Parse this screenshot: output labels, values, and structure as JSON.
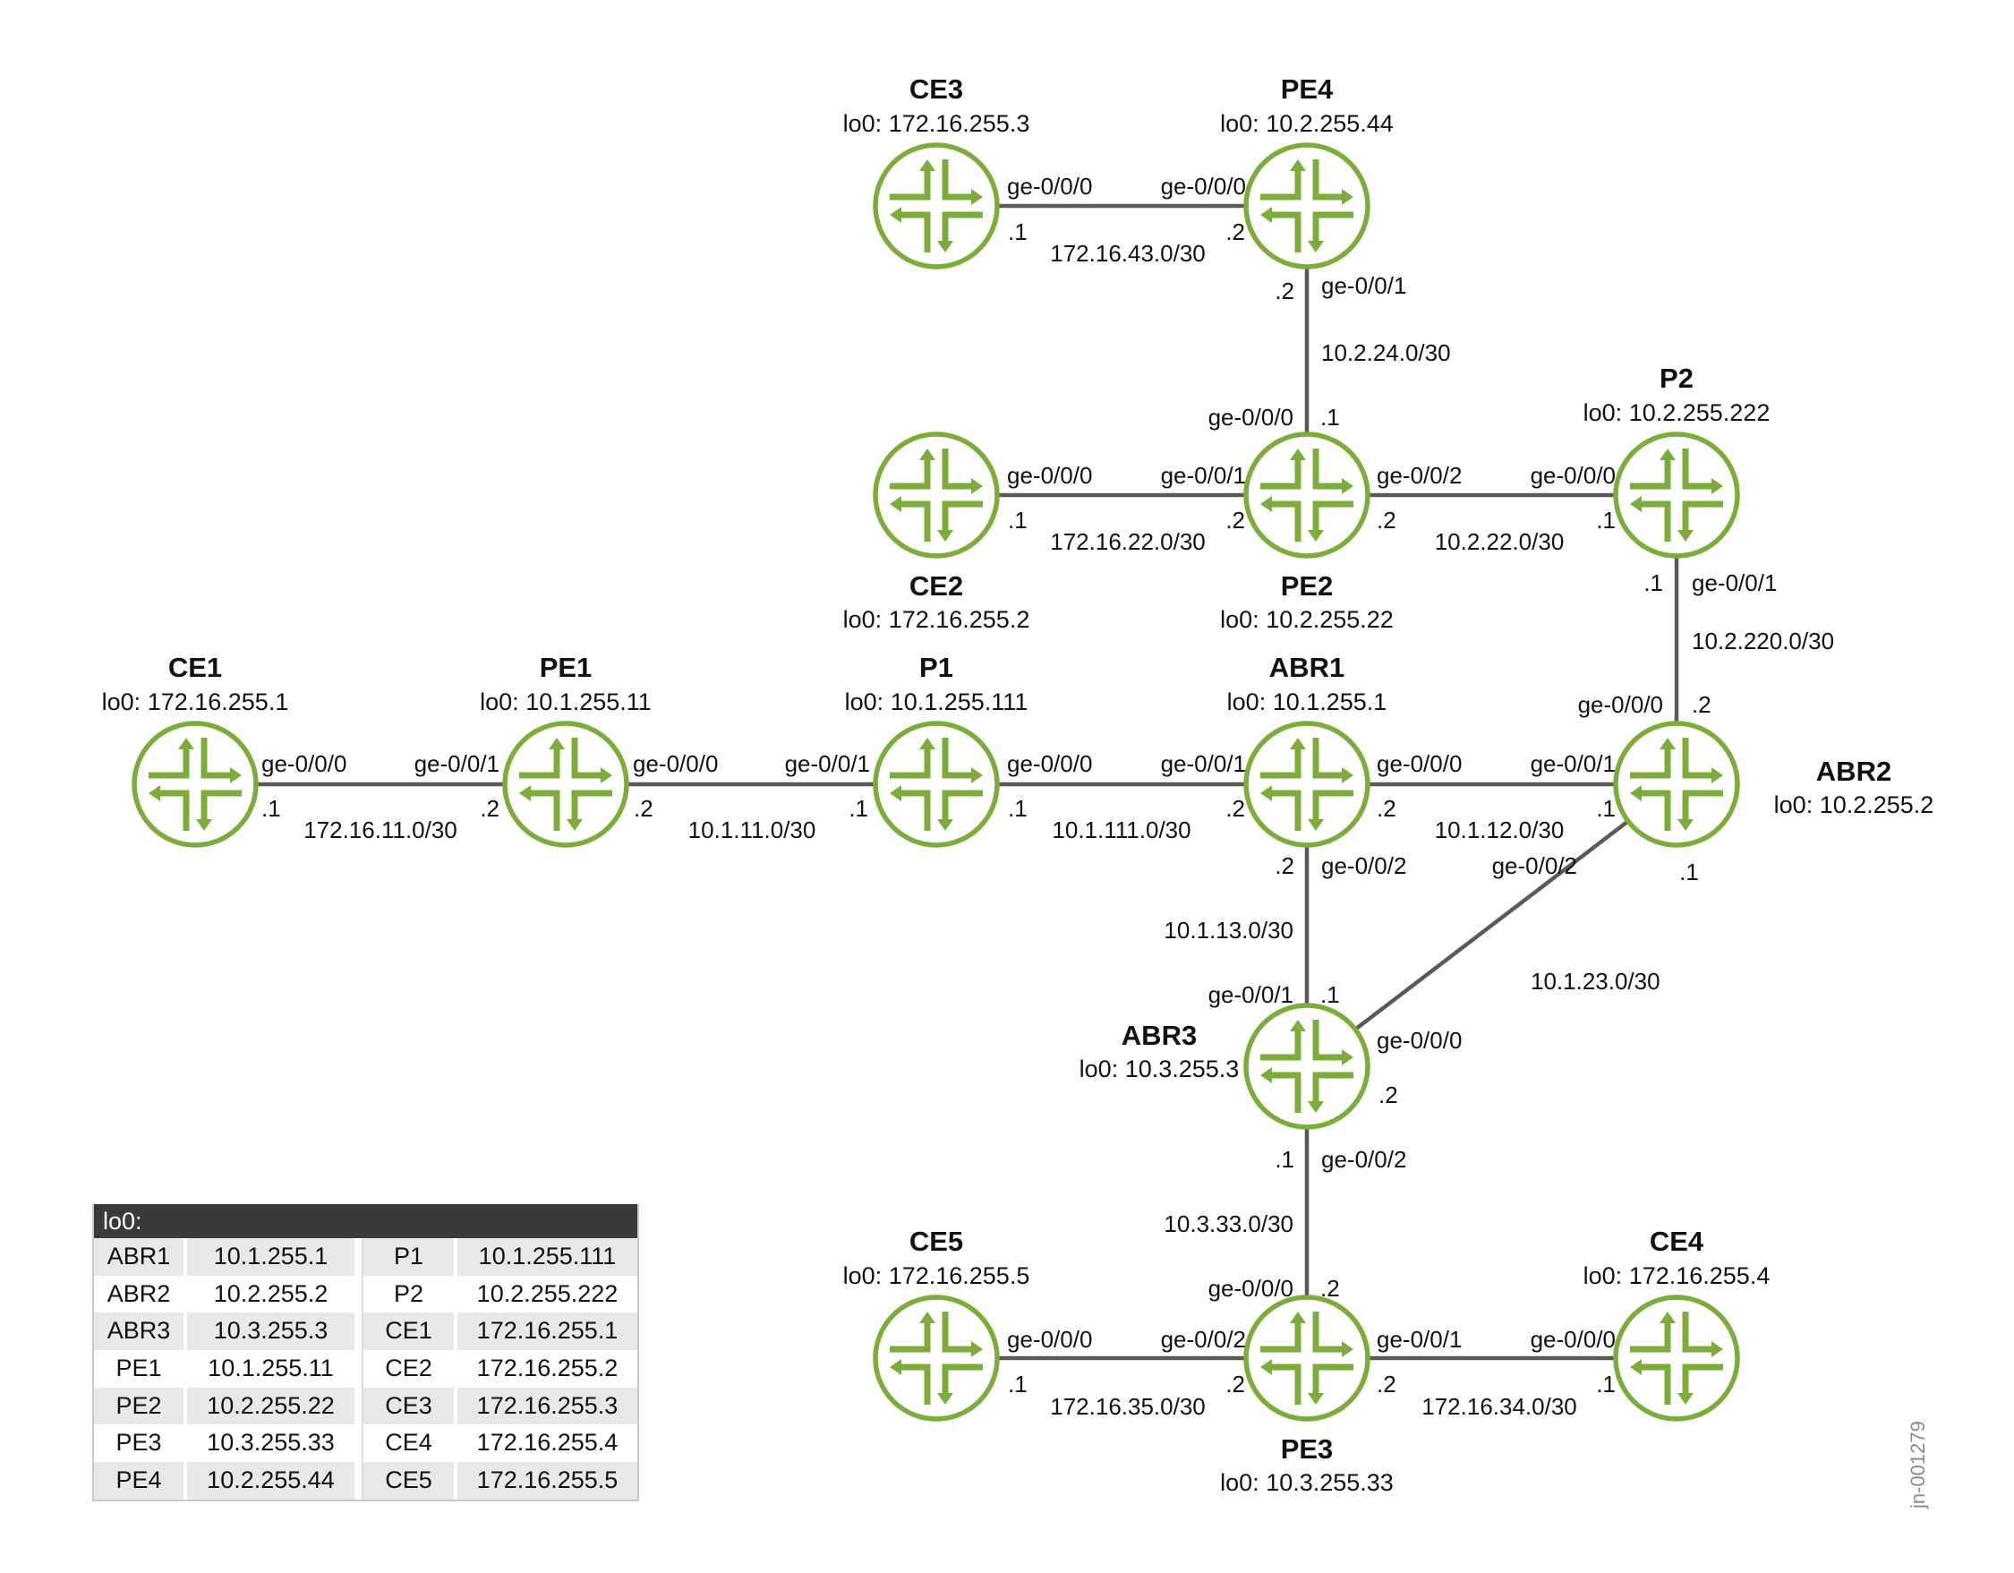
{
  "diagram": {
    "title": "",
    "document_id": "jn-001279",
    "colors": {
      "router": "#7cad3a",
      "link": "#5a5a5a",
      "table_header_bg": "#3a3a3a",
      "table_row_alt_bg": "#e8e8e8"
    },
    "nodes": [
      {
        "id": "CE3",
        "name": "CE3",
        "lo0": "lo0: 172.16.255.3",
        "icon": "router-icon"
      },
      {
        "id": "PE4",
        "name": "PE4",
        "lo0": "lo0: 10.2.255.44",
        "icon": "router-icon"
      },
      {
        "id": "CE2",
        "name": "CE2",
        "lo0": "lo0: 172.16.255.2",
        "icon": "router-icon"
      },
      {
        "id": "PE2",
        "name": "PE2",
        "lo0": "lo0: 10.2.255.22",
        "icon": "router-icon"
      },
      {
        "id": "P2",
        "name": "P2",
        "lo0": "lo0: 10.2.255.222",
        "icon": "router-icon"
      },
      {
        "id": "CE1",
        "name": "CE1",
        "lo0": "lo0: 172.16.255.1",
        "icon": "router-icon"
      },
      {
        "id": "PE1",
        "name": "PE1",
        "lo0": "lo0: 10.1.255.11",
        "icon": "router-icon"
      },
      {
        "id": "P1",
        "name": "P1",
        "lo0": "lo0: 10.1.255.111",
        "icon": "router-icon"
      },
      {
        "id": "ABR1",
        "name": "ABR1",
        "lo0": "lo0: 10.1.255.1",
        "icon": "router-icon"
      },
      {
        "id": "ABR2",
        "name": "ABR2",
        "lo0": "lo0: 10.2.255.2",
        "icon": "router-icon"
      },
      {
        "id": "ABR3",
        "name": "ABR3",
        "lo0": "lo0: 10.3.255.3",
        "icon": "router-icon"
      },
      {
        "id": "CE5",
        "name": "CE5",
        "lo0": "lo0: 172.16.255.5",
        "icon": "router-icon"
      },
      {
        "id": "PE3",
        "name": "PE3",
        "lo0": "lo0: 10.3.255.33",
        "icon": "router-icon"
      },
      {
        "id": "CE4",
        "name": "CE4",
        "lo0": "lo0: 172.16.255.4",
        "icon": "router-icon"
      }
    ],
    "links": [
      {
        "id": "ce3-pe4",
        "a": "CE3",
        "b": "PE4",
        "subnet": "172.16.43.0/30",
        "a_if": "ge-0/0/0",
        "a_host": ".1",
        "b_if": "ge-0/0/0",
        "b_host": ".2"
      },
      {
        "id": "pe4-pe2",
        "a": "PE4",
        "b": "PE2",
        "subnet": "10.2.24.0/30",
        "a_if": "ge-0/0/1",
        "a_host": ".2",
        "b_if": "ge-0/0/0",
        "b_host": ".1"
      },
      {
        "id": "ce2-pe2",
        "a": "CE2",
        "b": "PE2",
        "subnet": "172.16.22.0/30",
        "a_if": "ge-0/0/0",
        "a_host": ".1",
        "b_if": "ge-0/0/1",
        "b_host": ".2"
      },
      {
        "id": "pe2-p2",
        "a": "PE2",
        "b": "P2",
        "subnet": "10.2.22.0/30",
        "a_if": "ge-0/0/2",
        "a_host": ".2",
        "b_if": "ge-0/0/0",
        "b_host": ".1"
      },
      {
        "id": "p2-abr2",
        "a": "P2",
        "b": "ABR2",
        "subnet": "10.2.220.0/30",
        "a_if": "ge-0/0/1",
        "a_host": ".1",
        "b_if": "ge-0/0/0",
        "b_host": ".2"
      },
      {
        "id": "ce1-pe1",
        "a": "CE1",
        "b": "PE1",
        "subnet": "172.16.11.0/30",
        "a_if": "ge-0/0/0",
        "a_host": ".1",
        "b_if": "ge-0/0/1",
        "b_host": ".2"
      },
      {
        "id": "pe1-p1",
        "a": "PE1",
        "b": "P1",
        "subnet": "10.1.11.0/30",
        "a_if": "ge-0/0/0",
        "a_host": ".2",
        "b_if": "ge-0/0/1",
        "b_host": ".1"
      },
      {
        "id": "p1-abr1",
        "a": "P1",
        "b": "ABR1",
        "subnet": "10.1.111.0/30",
        "a_if": "ge-0/0/0",
        "a_host": ".1",
        "b_if": "ge-0/0/1",
        "b_host": ".2"
      },
      {
        "id": "abr1-abr2",
        "a": "ABR1",
        "b": "ABR2",
        "subnet": "10.1.12.0/30",
        "a_if": "ge-0/0/0",
        "a_host": ".2",
        "b_if": "ge-0/0/1",
        "b_host": ".1"
      },
      {
        "id": "abr1-abr3",
        "a": "ABR1",
        "b": "ABR3",
        "subnet": "10.1.13.0/30",
        "a_if": "ge-0/0/2",
        "a_host": ".2",
        "b_if": "ge-0/0/1",
        "b_host": ".1"
      },
      {
        "id": "abr2-abr3",
        "a": "ABR2",
        "b": "ABR3",
        "subnet": "10.1.23.0/30",
        "a_if": "ge-0/0/2",
        "a_host": ".1",
        "b_if": "ge-0/0/0",
        "b_host": ".2"
      },
      {
        "id": "abr3-pe3",
        "a": "ABR3",
        "b": "PE3",
        "subnet": "10.3.33.0/30",
        "a_if": "ge-0/0/2",
        "a_host": ".1",
        "b_if": "ge-0/0/0",
        "b_host": ".2"
      },
      {
        "id": "ce5-pe3",
        "a": "CE5",
        "b": "PE3",
        "subnet": "172.16.35.0/30",
        "a_if": "ge-0/0/0",
        "a_host": ".1",
        "b_if": "ge-0/0/2",
        "b_host": ".2"
      },
      {
        "id": "pe3-ce4",
        "a": "PE3",
        "b": "CE4",
        "subnet": "172.16.34.0/30",
        "a_if": "ge-0/0/1",
        "a_host": ".2",
        "b_if": "ge-0/0/0",
        "b_host": ".1"
      }
    ]
  },
  "lo0_table": {
    "header": "lo0:",
    "left": [
      {
        "name": "ABR1",
        "address": "10.1.255.1"
      },
      {
        "name": "ABR2",
        "address": "10.2.255.2"
      },
      {
        "name": "ABR3",
        "address": "10.3.255.3"
      },
      {
        "name": "PE1",
        "address": "10.1.255.11"
      },
      {
        "name": "PE2",
        "address": "10.2.255.22"
      },
      {
        "name": "PE3",
        "address": "10.3.255.33"
      },
      {
        "name": "PE4",
        "address": "10.2.255.44"
      }
    ],
    "right": [
      {
        "name": "P1",
        "address": "10.1.255.111"
      },
      {
        "name": "P2",
        "address": "10.2.255.222"
      },
      {
        "name": "CE1",
        "address": "172.16.255.1"
      },
      {
        "name": "CE2",
        "address": "172.16.255.2"
      },
      {
        "name": "CE3",
        "address": "172.16.255.3"
      },
      {
        "name": "CE4",
        "address": "172.16.255.4"
      },
      {
        "name": "CE5",
        "address": "172.16.255.5"
      }
    ]
  }
}
